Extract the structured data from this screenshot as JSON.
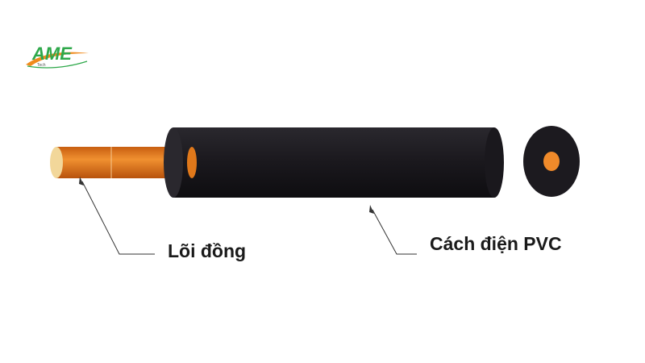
{
  "logo": {
    "text": "AME",
    "subtext": "Tech"
  },
  "labels": {
    "core": "Lõi đồng",
    "insulation": "Cách điện PVC"
  },
  "colors": {
    "copper": "#e0781a",
    "jacket": "#1c1a1f",
    "brand_green": "#2ea84a",
    "brand_orange": "#f08a1c"
  }
}
